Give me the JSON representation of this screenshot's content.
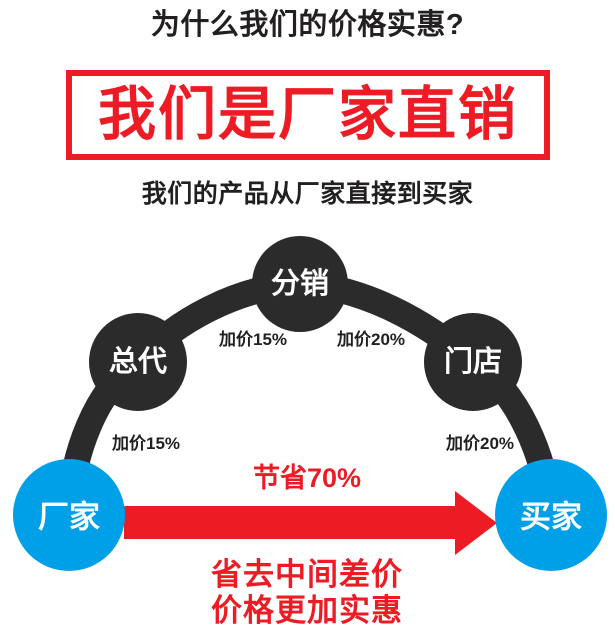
{
  "header": {
    "question": "为什么我们的价格实惠?",
    "banner": "我们是厂家直销",
    "subtitle": "我们的产品从厂家直接到买家",
    "banner_color": "#ed1c24",
    "text_color": "#231f20"
  },
  "diagram": {
    "type": "supply-chain-flow",
    "colors": {
      "chain_node": "#2b2b2b",
      "direct_node": "#00a0e9",
      "arrow": "#ed1c24",
      "label": "#231f20"
    },
    "nodes": [
      {
        "id": "factory",
        "label": "厂家",
        "style": "blue"
      },
      {
        "id": "agent",
        "label": "总代",
        "style": "dark"
      },
      {
        "id": "distributor",
        "label": "分销",
        "style": "dark"
      },
      {
        "id": "store",
        "label": "门店",
        "style": "dark"
      },
      {
        "id": "buyer",
        "label": "买家",
        "style": "blue"
      }
    ],
    "edges": [
      {
        "from": "factory",
        "to": "agent",
        "label": "加价15%"
      },
      {
        "from": "agent",
        "to": "distributor",
        "label": "加价15%"
      },
      {
        "from": "distributor",
        "to": "store",
        "label": "加价20%"
      },
      {
        "from": "store",
        "to": "buyer",
        "label": "加价20%"
      }
    ],
    "direct_arrow": {
      "from": "factory",
      "to": "buyer",
      "label": "节省70%"
    },
    "tagline_lines": [
      "省去中间差价",
      "价格更加实惠"
    ]
  }
}
